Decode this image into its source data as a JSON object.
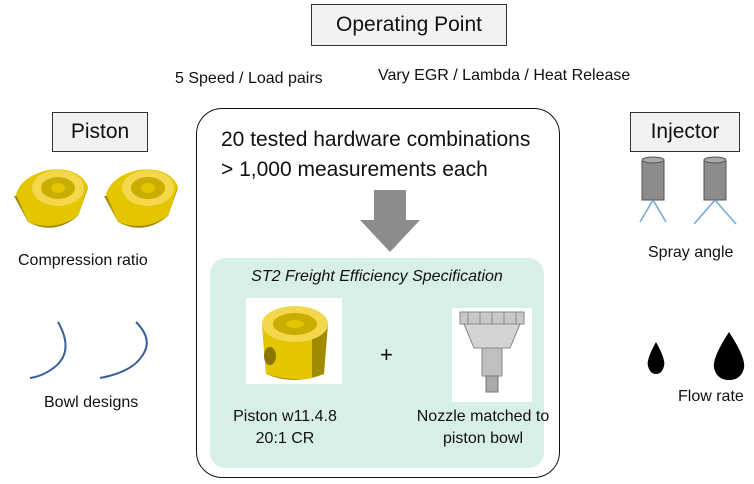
{
  "operating_point": {
    "title": "Operating Point",
    "pairs_label": "5 Speed / Load pairs",
    "vary_label": "Vary EGR / Lambda / Heat Release"
  },
  "piston": {
    "title": "Piston",
    "compression_label": "Compression ratio",
    "bowl_label": "Bowl designs"
  },
  "injector": {
    "title": "Injector",
    "spray_label": "Spray angle",
    "flow_label": "Flow rate"
  },
  "center": {
    "line1": "20 tested hardware combinations",
    "line2": "> 1,000 measurements each",
    "spec_title": "ST2 Freight Efficiency Specification",
    "plus": "+",
    "piston_line1": "Piston w11.4.8",
    "piston_line2": "20:1 CR",
    "nozzle_line1": "Nozzle matched to",
    "nozzle_line2": "piston bowl"
  },
  "colors": {
    "piston_yellow": "#e3c600",
    "piston_dark": "#a08b00",
    "spec_bg": "#d7efe5",
    "arrow_gray": "#8c8c8c",
    "curve_blue": "#3a5f9e",
    "spray_blue": "#6fa8d6"
  }
}
